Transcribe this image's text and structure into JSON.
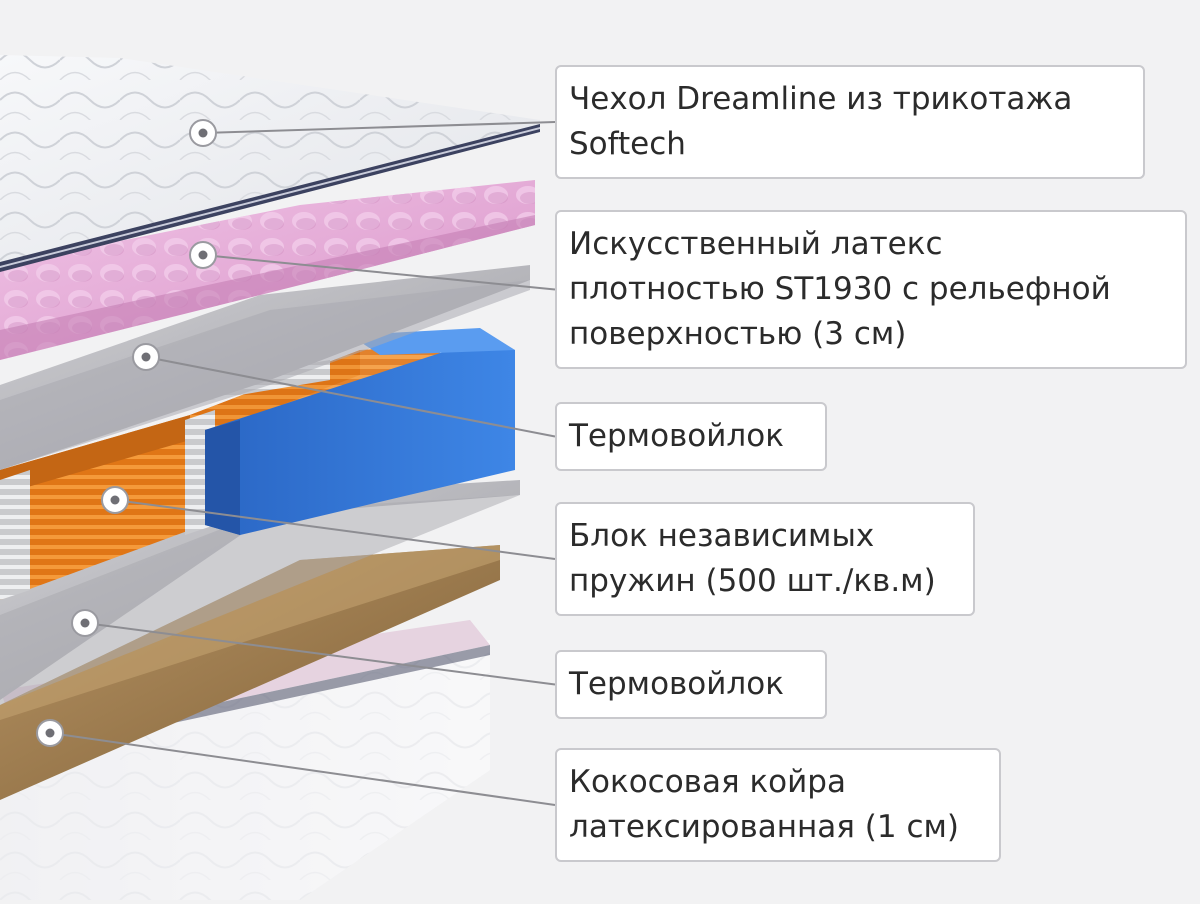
{
  "layers": [
    {
      "id": "cover",
      "label": "Чехол Dreamline из трикотажа\nSoftech"
    },
    {
      "id": "latex",
      "label": "Искусственный латекс\nплотностью ST1930 с рельефной\nповерхностью (3 см)"
    },
    {
      "id": "felt-top",
      "label": "Термовойлок"
    },
    {
      "id": "springs",
      "label": "Блок независимых\nпружин (500 шт./кв.м)"
    },
    {
      "id": "felt-bottom",
      "label": "Термовойлок"
    },
    {
      "id": "coir",
      "label": "Кокосовая койра\nлатексированная (1 см)"
    }
  ],
  "colors": {
    "background": "#f2f2f3",
    "cover": "#eef0f3",
    "latex": "#e7a9d6",
    "felt": "#b8b8bd",
    "springs_orange": "#e57f1e",
    "springs_white": "#d9dadd",
    "foam_edge": "#2f76d6",
    "coir": "#9c7a4a",
    "base_top": "#e9d9e4",
    "base_side": "#f4f4f6",
    "leader_line": "#8d8d92",
    "callout_border": "#c9c9cd",
    "text": "#2b2b2b"
  }
}
